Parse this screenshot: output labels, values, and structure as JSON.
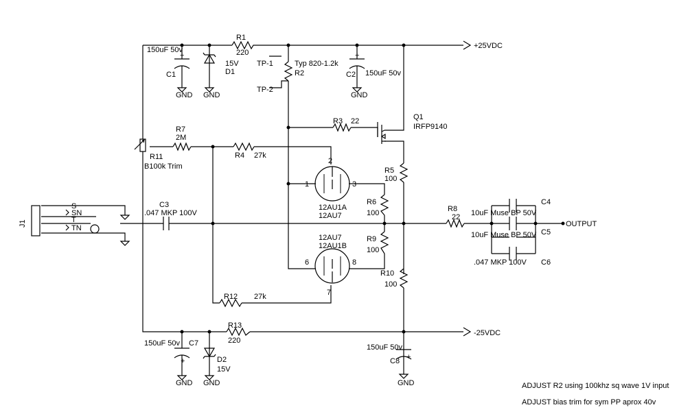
{
  "rails": {
    "pos": "+25VDC",
    "neg": "-25VDC",
    "gnd": "GND"
  },
  "r1": {
    "ref": "R1",
    "val": "220"
  },
  "r2": {
    "ref": "R2",
    "note": "Typ 820-1.2k"
  },
  "r3": {
    "ref": "R3",
    "val": "22"
  },
  "r4": {
    "ref": "R4",
    "val": "27k"
  },
  "r5": {
    "ref": "R5",
    "val": "100"
  },
  "r6": {
    "ref": "R6",
    "val": "100"
  },
  "r7": {
    "ref": "R7",
    "val": "2M"
  },
  "r8": {
    "ref": "R8",
    "val": "22"
  },
  "r9": {
    "ref": "R9",
    "val": "100"
  },
  "r10": {
    "ref": "R10",
    "val": "100"
  },
  "r11": {
    "ref": "R11",
    "val": "B100k Trim"
  },
  "r12": {
    "ref": "R12",
    "val": "27k"
  },
  "r13": {
    "ref": "R13",
    "val": "220"
  },
  "c1": {
    "ref": "C1",
    "val": "150uF 50v"
  },
  "c2": {
    "ref": "C2",
    "val": "150uF 50v"
  },
  "c3": {
    "ref": "C3",
    "val": ".047 MKP 100V"
  },
  "c4": {
    "ref": "C4",
    "val": "10uF Muse BP 50V"
  },
  "c5": {
    "ref": "C5",
    "val": "10uF Muse BP 50V"
  },
  "c6": {
    "ref": "C6",
    "val": ".047 MKP 100V"
  },
  "c7": {
    "ref": "C7",
    "val": "150uF 50v"
  },
  "c8": {
    "ref": "C8",
    "val": "150uF 50v"
  },
  "d1": {
    "ref": "D1",
    "val": "15V"
  },
  "d2": {
    "ref": "D2",
    "val": "15V"
  },
  "q1": {
    "ref": "Q1",
    "val": "IRFP9140"
  },
  "tp": {
    "tp1": "TP-1",
    "tp2": "TP-2"
  },
  "tube_a": {
    "line1": "12AU1A",
    "line2": "12AU7",
    "pins": [
      "2",
      "1",
      "3"
    ]
  },
  "tube_b": {
    "line1": "12AU7",
    "line2": "12AU1B",
    "pins": [
      "6",
      "8",
      "7"
    ]
  },
  "jack": {
    "ref": "J1",
    "pins": [
      "S",
      "SN",
      "T",
      "TN"
    ]
  },
  "output_label": "OUTPUT",
  "plus_sign": "+",
  "notes": [
    "ADJUST R2 using 100khz sq wave 1V input",
    "ADJUST bias trim for sym PP aprox 40v"
  ]
}
